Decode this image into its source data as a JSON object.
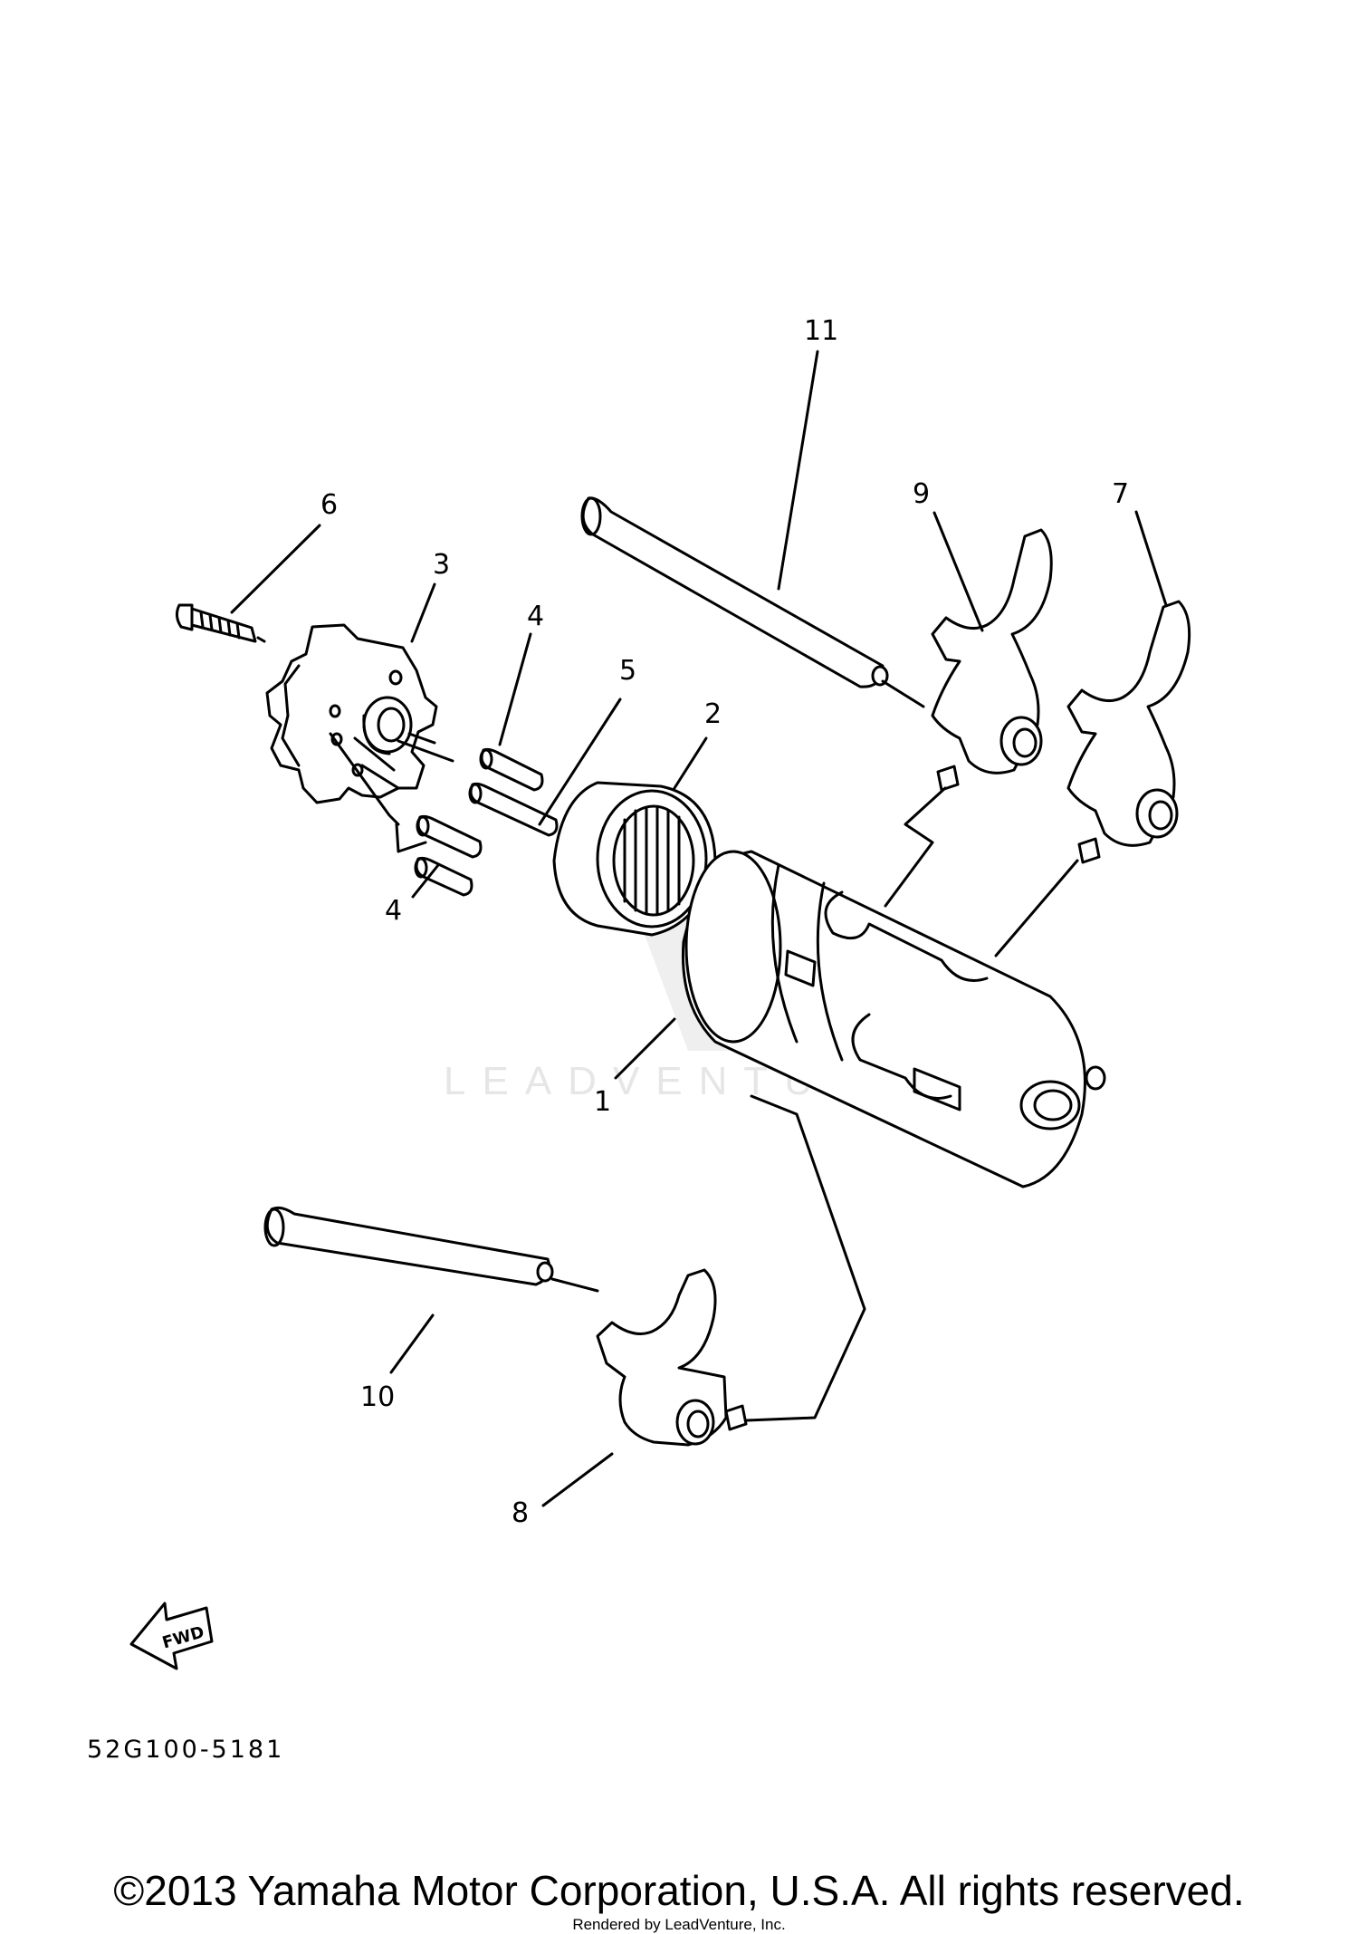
{
  "diagram": {
    "code": "52G100-5181",
    "fwd_label": "FWD",
    "watermark": "LEADVENTURE",
    "parts": {
      "p1": "1",
      "p2": "2",
      "p3": "3",
      "p4a": "4",
      "p4b": "4",
      "p5": "5",
      "p6": "6",
      "p7": "7",
      "p8": "8",
      "p9": "9",
      "p10": "10",
      "p11": "11"
    }
  },
  "footer": {
    "copyright": "©2013 Yamaha Motor Corporation, U.S.A. All rights reserved.",
    "rendered_by": "Rendered by LeadVenture, Inc."
  }
}
